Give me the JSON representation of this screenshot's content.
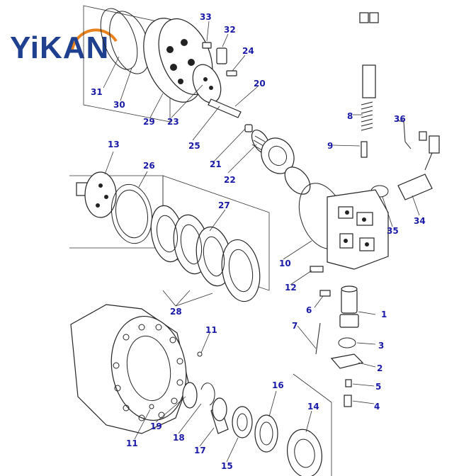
{
  "logo": {
    "text": "YiKAN",
    "text_color": "#1f3f8f",
    "arc_color": "#e8821e"
  },
  "callouts": {
    "n1": "1",
    "n2": "2",
    "n3": "3",
    "n4": "4",
    "n5": "5",
    "n6": "6",
    "n7": "7",
    "n8": "8",
    "n9": "9",
    "n10": "10",
    "n11a": "11",
    "n11b": "11",
    "n12": "12",
    "n13": "13",
    "n14": "14",
    "n15": "15",
    "n16": "16",
    "n17": "17",
    "n18": "18",
    "n19": "19",
    "n20": "20",
    "n21": "21",
    "n22": "22",
    "n23": "23",
    "n24": "24",
    "n25": "25",
    "n26": "26",
    "n27": "27",
    "n28": "28",
    "n29": "29",
    "n30": "30",
    "n31": "31",
    "n32": "32",
    "n33": "33",
    "n34": "34",
    "n35": "35",
    "n36": "36"
  },
  "colors": {
    "callout_text": "#1a1aa8",
    "line_art": "#222222"
  }
}
